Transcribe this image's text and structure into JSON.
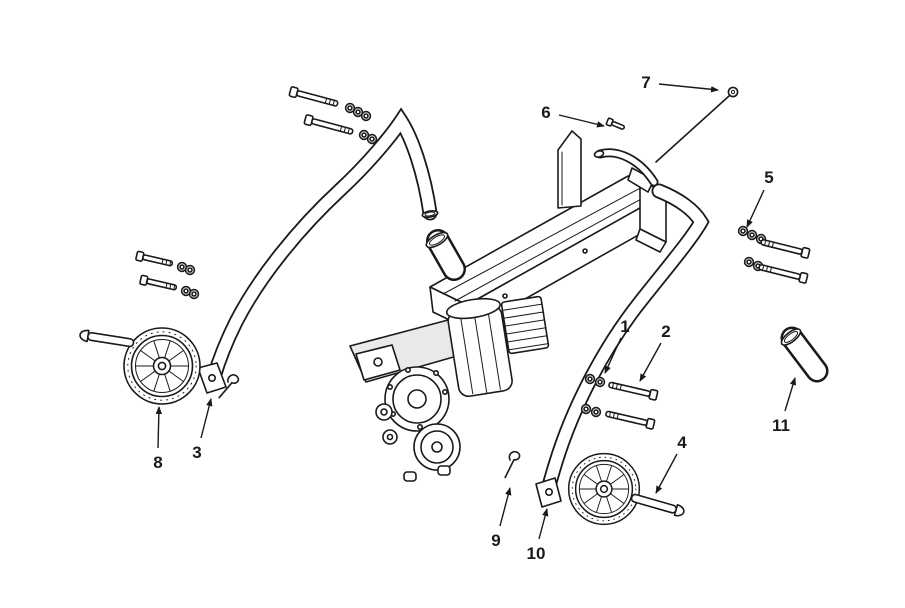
{
  "figure": {
    "kind": "exploded-parts-diagram",
    "subject": "electric log splitter",
    "background_color": "#ffffff",
    "line_color": "#1a1a1a",
    "callout_count": 11
  },
  "callouts": [
    {
      "label": "1"
    },
    {
      "label": "2"
    },
    {
      "label": "3"
    },
    {
      "label": "4"
    },
    {
      "label": "5"
    },
    {
      "label": "6"
    },
    {
      "label": "7"
    },
    {
      "label": "8"
    },
    {
      "label": "9"
    },
    {
      "label": "10"
    },
    {
      "label": "11"
    }
  ]
}
